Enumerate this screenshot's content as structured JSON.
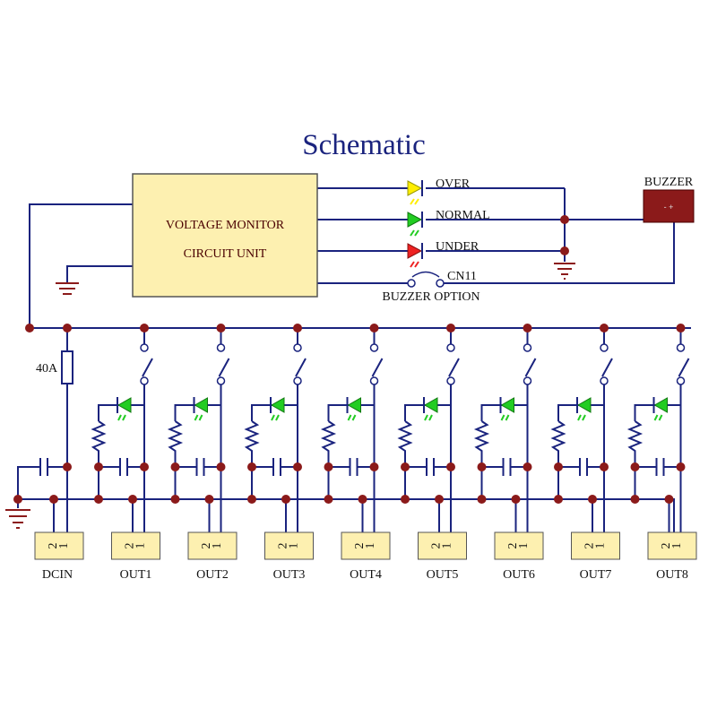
{
  "title": "Schematic",
  "monitor": {
    "line1": "VOLTAGE  MONITOR",
    "line2": "CIRCUIT UNIT"
  },
  "indicators": [
    {
      "label": "OVER",
      "color": "#ffee00"
    },
    {
      "label": "NORMAL",
      "color": "#22cc22"
    },
    {
      "label": "UNDER",
      "color": "#ee2222"
    }
  ],
  "buzzer": {
    "label": "BUZZER",
    "symbol": "- +"
  },
  "connector_option": {
    "ref": "CN11",
    "label": "BUZZER OPTION"
  },
  "fuse_label": "40A",
  "pin_labels": [
    "2",
    "1"
  ],
  "terminals": [
    "DCIN",
    "OUT1",
    "OUT2",
    "OUT3",
    "OUT4",
    "OUT5",
    "OUT6",
    "OUT7",
    "OUT8"
  ],
  "colors": {
    "wire": "#1a237e",
    "junction": "#8b1a1a",
    "box_fill": "#fdf0b0",
    "box_stroke": "#555555",
    "led_green": "#22cc22",
    "buzzer_fill": "#8b1a1a"
  }
}
